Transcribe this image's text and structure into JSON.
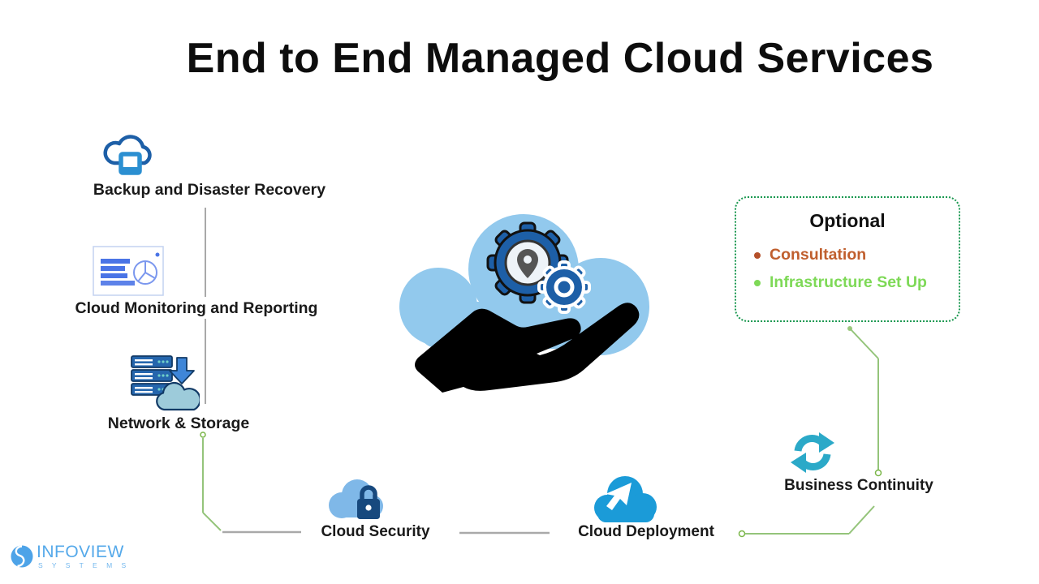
{
  "title": "End to End Managed Cloud Services",
  "services": [
    {
      "id": "backup",
      "label": "Backup and Disaster Recovery"
    },
    {
      "id": "monitoring",
      "label": "Cloud Monitoring and Reporting"
    },
    {
      "id": "network",
      "label": "Network & Storage"
    },
    {
      "id": "security",
      "label": "Cloud Security"
    },
    {
      "id": "deployment",
      "label": "Cloud Deployment"
    },
    {
      "id": "continuity",
      "label": "Business Continuity"
    }
  ],
  "optional_box": {
    "title": "Optional",
    "items": [
      {
        "label": "Consultation",
        "color": "#c05f2e"
      },
      {
        "label": "Infrastructure Set Up",
        "color": "#7ed957"
      }
    ]
  },
  "logo": {
    "name": "INFOVIEW",
    "subtitle": "S Y S T E M S"
  },
  "icons": {
    "backup": "cloud-backup-icon",
    "monitoring": "dashboard-report-icon",
    "network": "server-to-cloud-icon",
    "central": "cloud-gears-in-hand-icon",
    "security": "cloud-lock-icon",
    "deployment": "cloud-cursor-icon",
    "continuity": "sync-arrows-icon",
    "logo": "infoview-swirl-icon"
  },
  "colors": {
    "accent_blue": "#1d5fa7",
    "light_cloud": "#92c9ed",
    "deployment_blue": "#1b9bd8",
    "teal": "#2ba9c8",
    "line_gray": "#a9a9a9",
    "line_green": "#94c47a",
    "dotted_green": "#1a9850",
    "consultation_orange": "#c05f2e",
    "infrastructure_green": "#7ed957"
  }
}
